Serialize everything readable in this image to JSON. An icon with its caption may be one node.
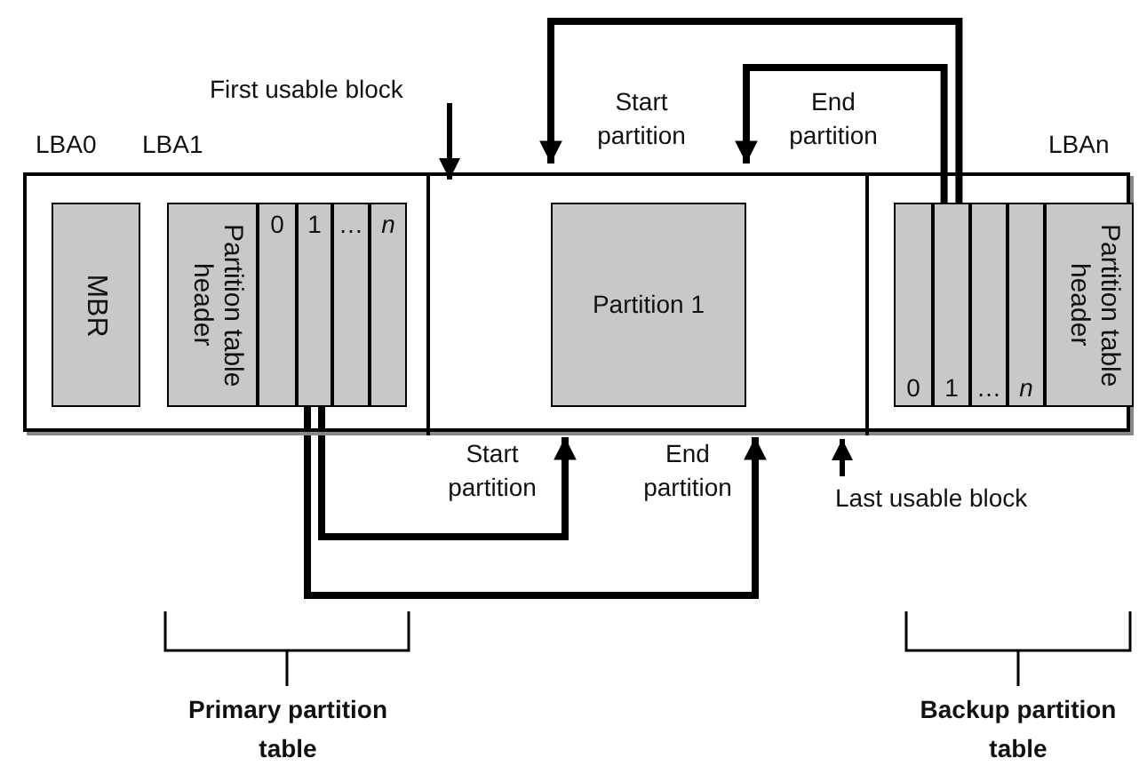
{
  "diagram": {
    "nodes": [
      {
        "text": [],
        "shape": "bar"
      },
      {
        "text": [],
        "shape": "box",
        "in": 0
      },
      {
        "text": [],
        "shape": "box",
        "in": 0
      },
      {
        "text": [],
        "shape": "box",
        "in": 0
      },
      {
        "text": [
          "MBR"
        ],
        "in": 1
      },
      {
        "text": [
          "Partition table header"
        ],
        "in": 1
      },
      {
        "text": [
          "0"
        ],
        "in": 1
      },
      {
        "text": [
          "1"
        ],
        "in": 1
      },
      {
        "text": [
          "…"
        ],
        "in": 1
      },
      {
        "text": [
          "n"
        ],
        "in": 1
      },
      {
        "text": [
          "Partition 1"
        ],
        "in": 2
      },
      {
        "text": [
          "0"
        ],
        "in": 3
      },
      {
        "text": [
          "1"
        ],
        "in": 3
      },
      {
        "text": [
          "…"
        ],
        "in": 3
      },
      {
        "text": [
          "n"
        ],
        "in": 3
      },
      {
        "text": [
          "Partition table header"
        ],
        "in": 3
      },
      {
        "text": [
          "First usable block"
        ]
      },
      {
        "text": [
          "Last usable block"
        ]
      }
    ],
    "edges": [
      {
        "from": 7,
        "to": 10,
        "arrow": "to",
        "label": "Start partition"
      },
      {
        "from": 7,
        "to": 10,
        "arrow": "to",
        "label": "End partition"
      },
      {
        "from": 12,
        "to": 10,
        "arrow": "to",
        "label": "Start partition"
      },
      {
        "from": 12,
        "to": 10,
        "arrow": "to",
        "label": "End partition"
      },
      {
        "from": 16,
        "to": 2,
        "arrow": "to"
      },
      {
        "from": 17,
        "to": 2,
        "arrow": "to"
      }
    ],
    "labels": [
      "LBA0",
      "LBA1",
      "LBAn",
      "Primary partition table",
      "Backup partition table"
    ]
  }
}
